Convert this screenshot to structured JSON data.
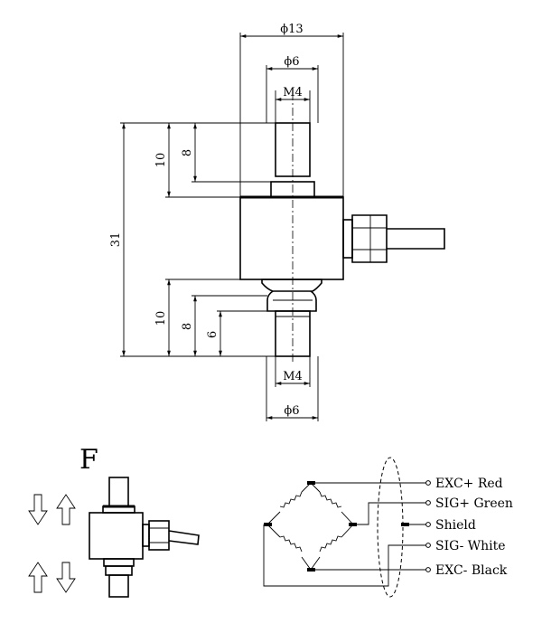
{
  "dimensions": {
    "top_outer_dia": "ϕ13",
    "top_pin_dia": "ϕ6",
    "top_thread": "M4",
    "top_height_10": "10",
    "top_height_8": "8",
    "total_length": "31",
    "bottom_height_10": "10",
    "bottom_height_8": "8",
    "bottom_height_6": "6",
    "bottom_thread": "M4",
    "bottom_pin_dia": "ϕ6"
  },
  "force_label": "F",
  "wiring": [
    {
      "label": "EXC+ Red"
    },
    {
      "label": "SIG+ Green"
    },
    {
      "label": "Shield"
    },
    {
      "label": "SIG- White"
    },
    {
      "label": "EXC- Black"
    }
  ]
}
